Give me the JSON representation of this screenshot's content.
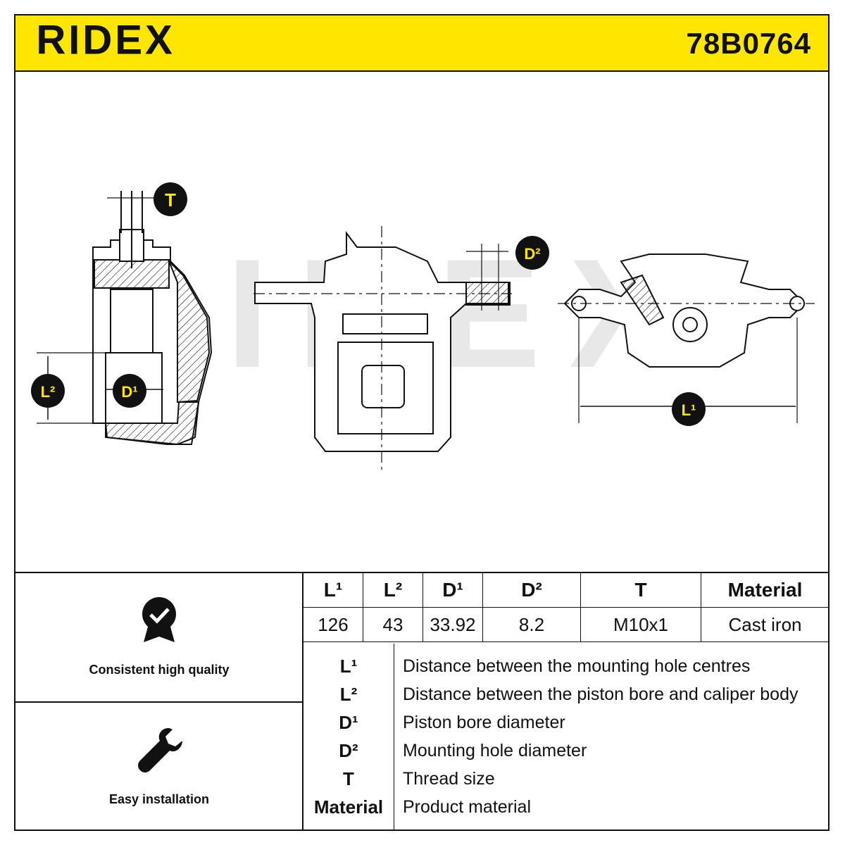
{
  "header": {
    "brand": "RIDEX",
    "part_number": "78B0764",
    "accent_color": "#ffe600"
  },
  "diagram": {
    "watermark": "RIDEX",
    "markers": {
      "T": "T",
      "D2": "D²",
      "L2": "L²",
      "D1": "D¹",
      "L1": "L¹"
    }
  },
  "features": [
    {
      "icon": "quality-badge-icon",
      "label": "Consistent high quality"
    },
    {
      "icon": "wrench-icon",
      "label": "Easy installation"
    }
  ],
  "specs": {
    "headers": [
      "L¹",
      "L²",
      "D¹",
      "D²",
      "T",
      "Material"
    ],
    "values": [
      "126",
      "43",
      "33.92",
      "8.2",
      "M10x1",
      "Cast iron"
    ]
  },
  "legend": [
    {
      "key": "L¹",
      "desc": "Distance between the mounting hole centres"
    },
    {
      "key": "L²",
      "desc": "Distance between the piston bore and caliper body"
    },
    {
      "key": "D¹",
      "desc": "Piston bore diameter"
    },
    {
      "key": "D²",
      "desc": "Mounting hole diameter"
    },
    {
      "key": "T",
      "desc": "Thread size"
    },
    {
      "key": "Material",
      "desc": "Product material"
    }
  ]
}
